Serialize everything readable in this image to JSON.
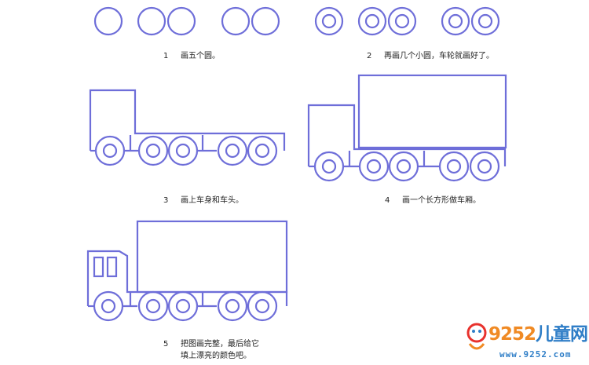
{
  "steps": [
    {
      "number": "1",
      "text": "画五个圆。"
    },
    {
      "number": "2",
      "text": "再画几个小圆，车轮就画好了。"
    },
    {
      "number": "3",
      "text": "画上车身和车头。"
    },
    {
      "number": "4",
      "text": "画一个长方形做车厢。"
    },
    {
      "number": "5",
      "text": "把图画完整，最后给它",
      "text2": "填上漂亮的颜色吧。"
    }
  ],
  "watermark": {
    "brand_digits": "9252",
    "brand_text": "儿童网",
    "url": "www.9252.com"
  },
  "colors": {
    "line": "#6e6ed9",
    "caption": "#222222",
    "watermark_orange": "#f08a24",
    "watermark_red": "#e8322d",
    "watermark_blue": "#2f7ec7"
  }
}
